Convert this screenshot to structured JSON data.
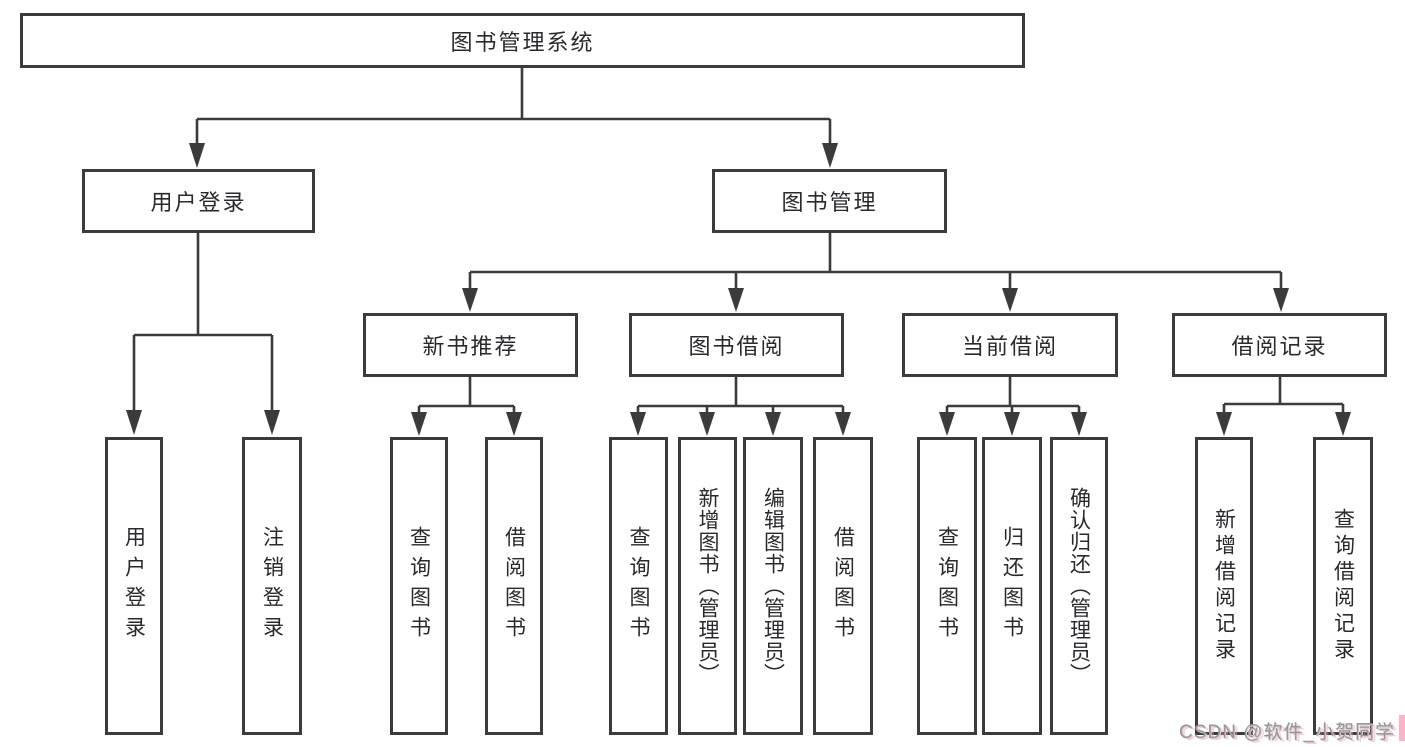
{
  "diagram": {
    "root": {
      "label": "图书管理系统"
    },
    "level2": [
      {
        "label": "用户登录"
      },
      {
        "label": "图书管理"
      }
    ],
    "level3": [
      {
        "label": "新书推荐"
      },
      {
        "label": "图书借阅"
      },
      {
        "label": "当前借阅"
      },
      {
        "label": "借阅记录"
      }
    ],
    "leaves": [
      {
        "label": "用户登录"
      },
      {
        "label": "注销登录"
      },
      {
        "label": "查询图书"
      },
      {
        "label": "借阅图书"
      },
      {
        "label": "查询图书"
      },
      {
        "label": "新增图书（管理员）"
      },
      {
        "label": "编辑图书（管理员）"
      },
      {
        "label": "借阅图书"
      },
      {
        "label": "查询图书"
      },
      {
        "label": "归还图书"
      },
      {
        "label": "确认归还（管理员）"
      },
      {
        "label": "新增借阅记录"
      },
      {
        "label": "查询借阅记录"
      }
    ]
  },
  "watermark": {
    "text": "CSDN @软件_小贺同学"
  },
  "colors": {
    "line": "#3b3b3b",
    "text": "#2a2a2e",
    "watermark_gray": "#979797",
    "watermark_pink": "#f6a8bc"
  }
}
